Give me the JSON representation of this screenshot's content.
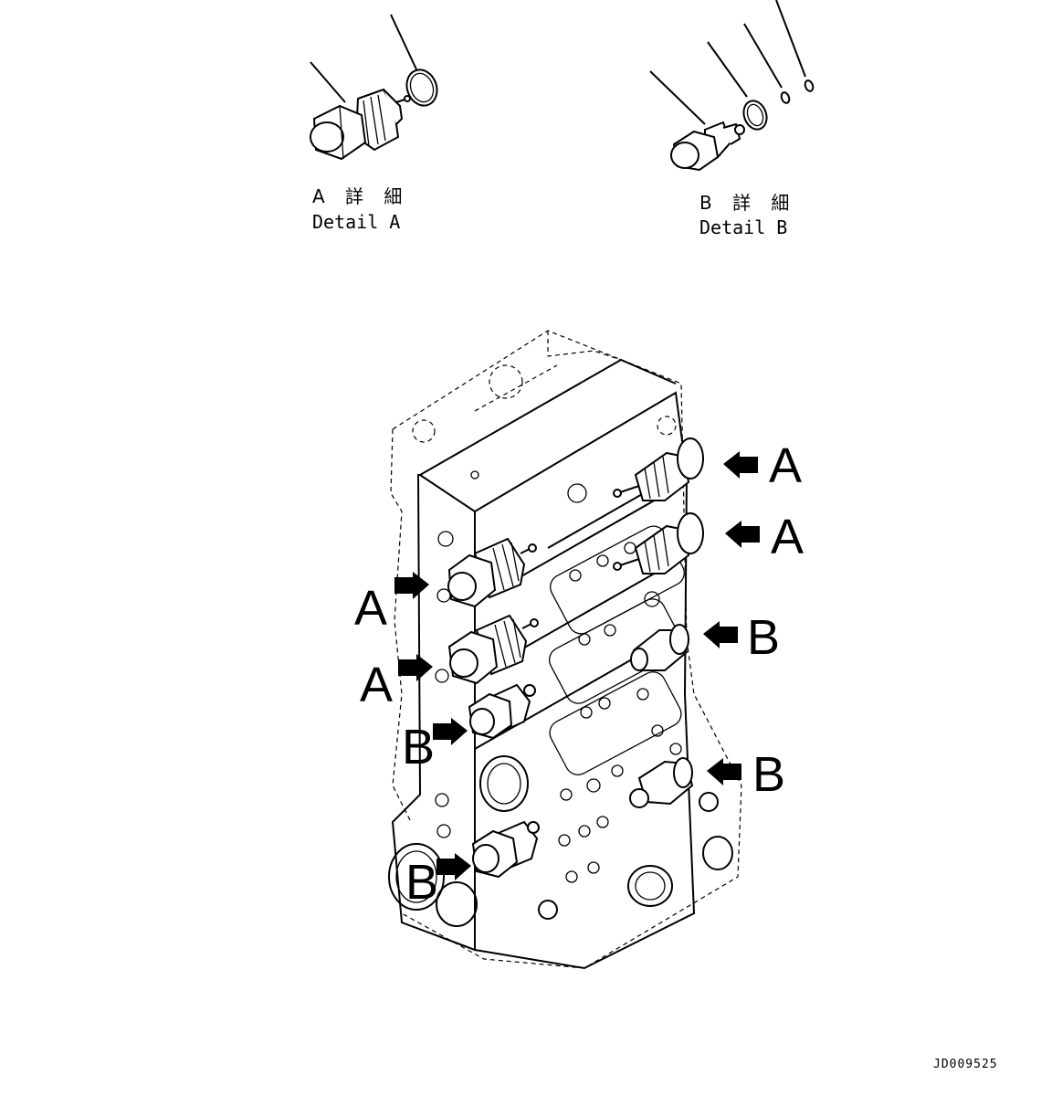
{
  "details": {
    "a": {
      "jp": "A 詳 細",
      "en": "Detail A"
    },
    "b": {
      "jp": "B 詳 細",
      "en": "Detail B"
    }
  },
  "callouts": {
    "right_1": "A",
    "right_2": "A",
    "right_3": "B",
    "right_4": "B",
    "left_1": "A",
    "left_2": "A",
    "left_3": "B",
    "left_4": "B"
  },
  "drawing_id": "JD009525"
}
